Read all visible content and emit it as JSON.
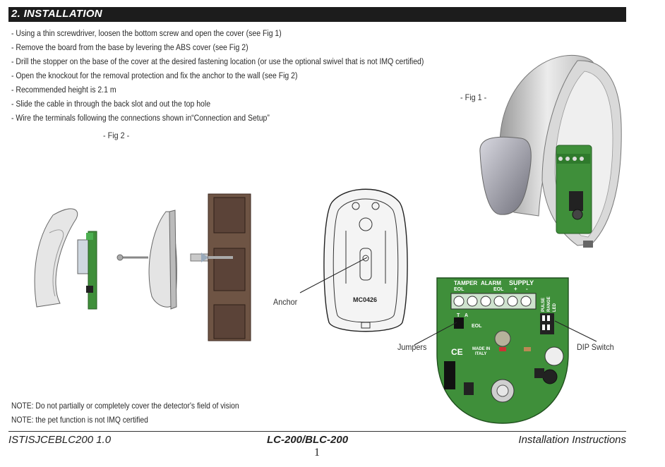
{
  "section": {
    "title": "2. INSTALLATION"
  },
  "steps": [
    "- Using a thin screwdriver, loosen the bottom screw and open the cover (see Fig 1)",
    "- Remove the board from the base by levering the ABS cover (see Fig 2)",
    "- Drill the stopper on the base of the cover at the desired fastening location (or use the optional swivel that is not IMQ certified)",
    "- Open the knockout for the removal protection and fix the anchor to the wall (see Fig 2)",
    "- Recommended height is 2.1 m",
    "- Slide the cable in through the back slot and out the top hole",
    "- Wire the terminals following the connections shown in“Connection and Setup”"
  ],
  "figures": {
    "fig1": "- Fig 1 -",
    "fig2": "- Fig 2 -"
  },
  "callouts": {
    "anchor": "Anchor",
    "jumpers": "Jumpers",
    "dip_switch": "DIP Switch"
  },
  "board_labels": {
    "model_code": "MC0426",
    "tamper": "TAMPER",
    "tamper_eol": "EOL",
    "alarm": "ALARM",
    "alarm_eol": "EOL",
    "supply": "SUPPLY",
    "supply_plus": "+",
    "supply_minus": "-",
    "jumper_t": "T",
    "jumper_a": "A",
    "jumper_eol": "EOL",
    "made_in": "MADE IN",
    "italy": "ITALY",
    "ce": "CE",
    "dip_pulse": "PULSE",
    "dip_range": "RANGE",
    "dip_led": "LED"
  },
  "notes": [
    "NOTE: Do not partially or completely cover the detector's field of vision",
    "NOTE: the pet function is not IMQ certified"
  ],
  "footer": {
    "doc_code": "ISTISJCEBLC200 1.0",
    "model": "LC-200/BLC-200",
    "doc_type": "Installation Instructions",
    "page": "1"
  },
  "colors": {
    "header_bar": "#1c1c1c",
    "pcb_green": "#3f8f3a",
    "wall_brown": "#6e5444"
  }
}
